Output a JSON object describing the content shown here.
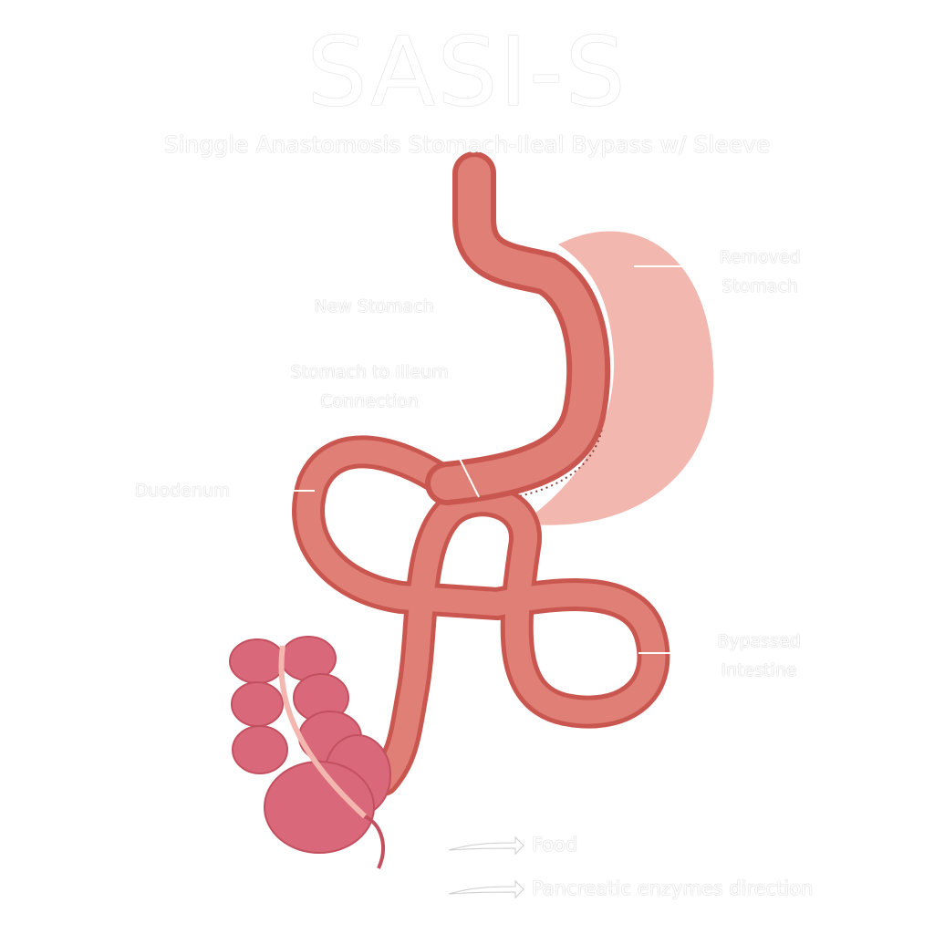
{
  "title": "SASI-S",
  "subtitle": "Singgle Anastomosis Stomach-Ileal Bypass w/ Sleeve",
  "labels": {
    "removed_stomach": [
      "Removed",
      "Stomach"
    ],
    "new_stomach": "New Stomach",
    "connection": [
      "Stomach to Illeum",
      "Connection"
    ],
    "duodenum": "Duodenum",
    "bypassed": [
      "Bypassed",
      "Intestine"
    ]
  },
  "legend": {
    "food": "Food",
    "enzymes": "Pancreatic enzymes direction"
  },
  "colors": {
    "gut": "#d9716b",
    "gut_light": "#e79a90",
    "removed": "#f2b8b0",
    "colon": "#d9687a",
    "colon_dark": "#c2505f"
  }
}
